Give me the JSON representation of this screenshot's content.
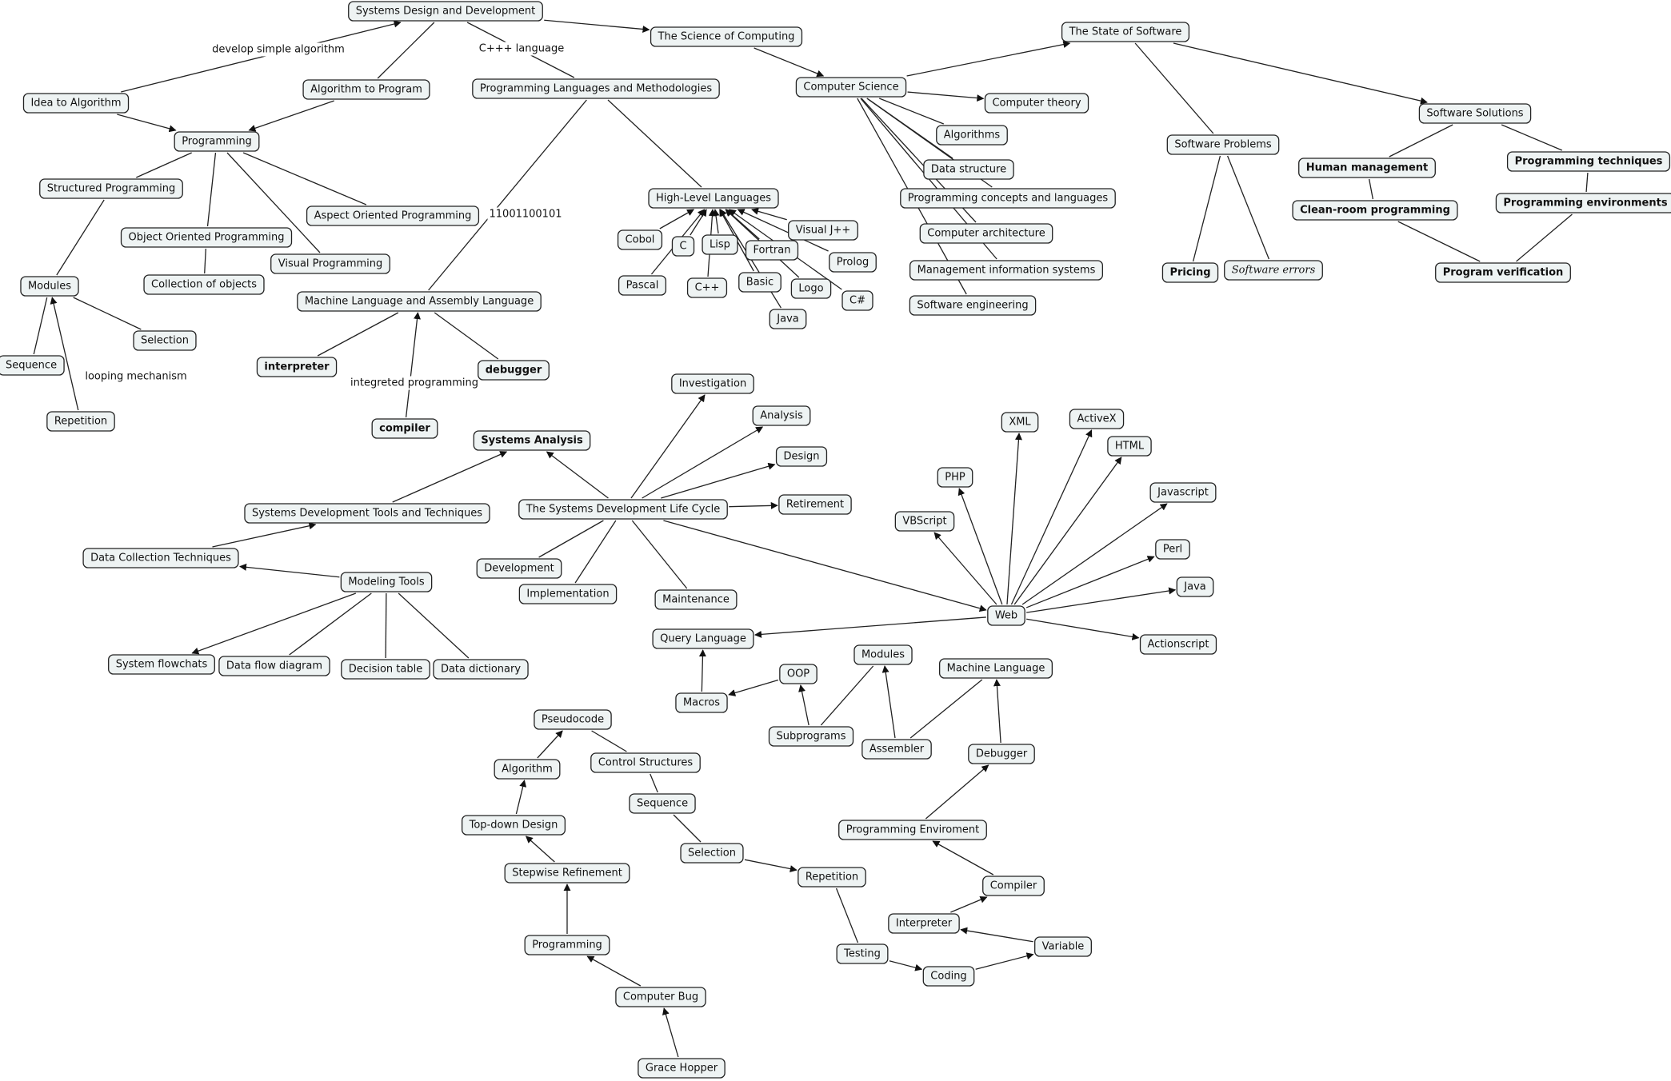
{
  "nodes": [
    {
      "id": "sdd",
      "label": "Systems Design and Development"
    },
    {
      "id": "sci",
      "label": "The Science of Computing"
    },
    {
      "id": "state",
      "label": "The State of Software"
    },
    {
      "id": "idea",
      "label": "Idea to Algorithm"
    },
    {
      "id": "alg2prog",
      "label": "Algorithm to Program"
    },
    {
      "id": "plm",
      "label": "Programming Languages and Methodologies"
    },
    {
      "id": "cs",
      "label": "Computer Science"
    },
    {
      "id": "ctheory",
      "label": "Computer theory"
    },
    {
      "id": "algos",
      "label": "Algorithms"
    },
    {
      "id": "dstruct",
      "label": "Data structure"
    },
    {
      "id": "pcl",
      "label": "Programming concepts and languages"
    },
    {
      "id": "carch",
      "label": "Computer architecture"
    },
    {
      "id": "mis",
      "label": "Management information systems"
    },
    {
      "id": "se",
      "label": "Software engineering"
    },
    {
      "id": "ssol",
      "label": "Software Solutions"
    },
    {
      "id": "sprob",
      "label": "Software Problems"
    },
    {
      "id": "hm",
      "label": "Human management",
      "style": "bold"
    },
    {
      "id": "ptech",
      "label": "Programming techniques",
      "style": "bold"
    },
    {
      "id": "crp",
      "label": "Clean-room programming",
      "style": "bold"
    },
    {
      "id": "penv",
      "label": "Programming environments",
      "style": "bold"
    },
    {
      "id": "pricing",
      "label": "Pricing",
      "style": "bold"
    },
    {
      "id": "swerr",
      "label": "Software errors",
      "style": "italic"
    },
    {
      "id": "pverif",
      "label": "Program verification",
      "style": "bold"
    },
    {
      "id": "programming",
      "label": "Programming"
    },
    {
      "id": "structprog",
      "label": "Structured Programming"
    },
    {
      "id": "oop",
      "label": "Object Oriented Programming"
    },
    {
      "id": "aop",
      "label": "Aspect Oriented Programming"
    },
    {
      "id": "visprog",
      "label": "Visual Programming"
    },
    {
      "id": "coll",
      "label": "Collection of objects"
    },
    {
      "id": "modules",
      "label": "Modules"
    },
    {
      "id": "selection",
      "label": "Selection"
    },
    {
      "id": "sequence",
      "label": "Sequence"
    },
    {
      "id": "repetition",
      "label": "Repetition"
    },
    {
      "id": "hll",
      "label": "High-Level Languages"
    },
    {
      "id": "cobol",
      "label": "Cobol"
    },
    {
      "id": "c",
      "label": "C"
    },
    {
      "id": "lisp",
      "label": "Lisp"
    },
    {
      "id": "fortran",
      "label": "Fortran"
    },
    {
      "id": "vjpp",
      "label": "Visual J++"
    },
    {
      "id": "prolog",
      "label": "Prolog"
    },
    {
      "id": "pascal",
      "label": "Pascal"
    },
    {
      "id": "cpp",
      "label": "C++"
    },
    {
      "id": "basic",
      "label": "Basic"
    },
    {
      "id": "logo",
      "label": "Logo"
    },
    {
      "id": "csharp",
      "label": "C#"
    },
    {
      "id": "java1",
      "label": "Java"
    },
    {
      "id": "mlal",
      "label": "Machine Language and Assembly Language"
    },
    {
      "id": "interp1",
      "label": "interpreter",
      "style": "bold"
    },
    {
      "id": "debug1",
      "label": "debugger",
      "style": "bold"
    },
    {
      "id": "compiler1",
      "label": "compiler",
      "style": "bold"
    },
    {
      "id": "sa",
      "label": "Systems Analysis",
      "style": "bold"
    },
    {
      "id": "invest",
      "label": "Investigation"
    },
    {
      "id": "analysis",
      "label": "Analysis"
    },
    {
      "id": "design",
      "label": "Design"
    },
    {
      "id": "retire",
      "label": "Retirement"
    },
    {
      "id": "sdlc",
      "label": "The Systems Development Life Cycle"
    },
    {
      "id": "sdtt",
      "label": "Systems Development Tools and Techniques"
    },
    {
      "id": "dct",
      "label": "Data Collection Techniques"
    },
    {
      "id": "modtools",
      "label": "Modeling Tools"
    },
    {
      "id": "sysflow",
      "label": "System flowchats"
    },
    {
      "id": "dfd",
      "label": "Data flow diagram"
    },
    {
      "id": "dtable",
      "label": "Decision table"
    },
    {
      "id": "ddict",
      "label": "Data dictionary"
    },
    {
      "id": "dev",
      "label": "Development"
    },
    {
      "id": "impl",
      "label": "Implementation"
    },
    {
      "id": "maint",
      "label": "Maintenance"
    },
    {
      "id": "web",
      "label": "Web"
    },
    {
      "id": "xml",
      "label": "XML"
    },
    {
      "id": "activex",
      "label": "ActiveX"
    },
    {
      "id": "html",
      "label": "HTML"
    },
    {
      "id": "php",
      "label": "PHP"
    },
    {
      "id": "js",
      "label": "Javascript"
    },
    {
      "id": "vbs",
      "label": "VBScript"
    },
    {
      "id": "perl",
      "label": "Perl"
    },
    {
      "id": "java2",
      "label": "Java"
    },
    {
      "id": "actions",
      "label": "Actionscript"
    },
    {
      "id": "ql",
      "label": "Query Language"
    },
    {
      "id": "macros",
      "label": "Macros"
    },
    {
      "id": "oop2",
      "label": "OOP"
    },
    {
      "id": "modules2",
      "label": "Modules"
    },
    {
      "id": "ml2",
      "label": "Machine Language"
    },
    {
      "id": "subprog",
      "label": "Subprograms"
    },
    {
      "id": "assembler",
      "label": "Assembler"
    },
    {
      "id": "debugger2",
      "label": "Debugger"
    },
    {
      "id": "pseudo",
      "label": "Pseudocode"
    },
    {
      "id": "algorithm",
      "label": "Algorithm"
    },
    {
      "id": "ctrl",
      "label": "Control Structures"
    },
    {
      "id": "sequence2",
      "label": "Sequence"
    },
    {
      "id": "topdown",
      "label": "Top-down Design"
    },
    {
      "id": "selection2",
      "label": "Selection"
    },
    {
      "id": "stepwise",
      "label": "Stepwise Refinement"
    },
    {
      "id": "repetition2",
      "label": "Repetition"
    },
    {
      "id": "progenv",
      "label": "Programming Enviroment"
    },
    {
      "id": "compiler2",
      "label": "Compiler"
    },
    {
      "id": "interp2",
      "label": "Interpreter"
    },
    {
      "id": "variable",
      "label": "Variable"
    },
    {
      "id": "programming2",
      "label": "Programming"
    },
    {
      "id": "testing",
      "label": "Testing"
    },
    {
      "id": "coding",
      "label": "Coding"
    },
    {
      "id": "bug",
      "label": "Computer Bug"
    },
    {
      "id": "hopper",
      "label": "Grace Hopper"
    }
  ],
  "link_labels": [
    {
      "id": "lbl_dev_alg",
      "label": "develop simple algorithm"
    },
    {
      "id": "lbl_cpp",
      "label": "C+++ language"
    },
    {
      "id": "lbl_binary",
      "label": "11001100101"
    },
    {
      "id": "lbl_loop",
      "label": "looping mechanism"
    },
    {
      "id": "lbl_integ",
      "label": "integreted programming"
    }
  ]
}
